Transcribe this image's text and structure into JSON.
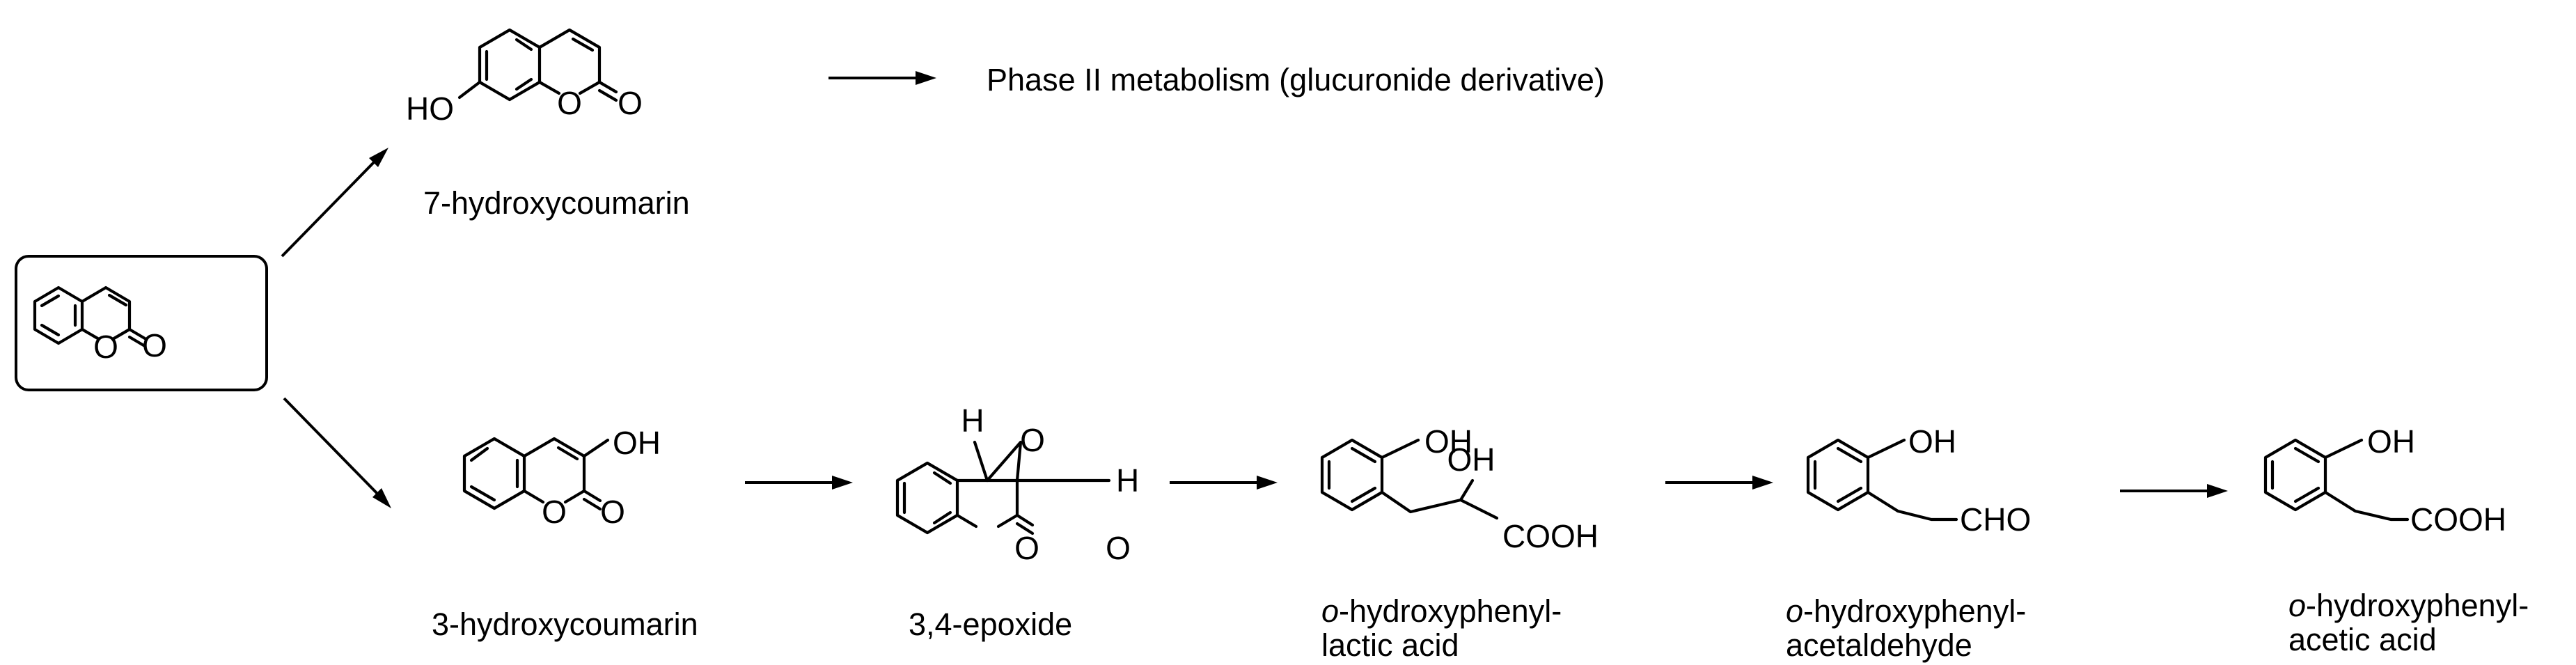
{
  "scheme": {
    "atoms": {
      "HO": "HO",
      "OH": "OH",
      "O": "O",
      "H": "H",
      "COOH": "COOH",
      "CHO": "CHO"
    },
    "labels": {
      "phase2": "Phase II metabolism (glucuronide derivative)",
      "hydroxy7": "7-hydroxycoumarin",
      "hydroxy3": "3-hydroxycoumarin",
      "epoxide": "3,4-epoxide",
      "lactic_prefix": "o",
      "lactic_line1": "-hydroxyphenyl-",
      "lactic_line2": "lactic acid",
      "acetald_prefix": "o",
      "acetald_line1": "-hydroxyphenyl-",
      "acetald_line2": "acetaldehyde",
      "acetic_prefix": "o",
      "acetic_line1": "-hydroxyphenyl-",
      "acetic_line2": "acetic acid"
    }
  }
}
